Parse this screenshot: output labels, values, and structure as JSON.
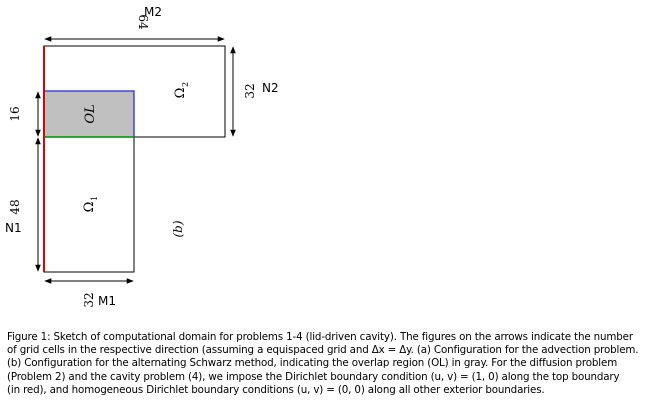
{
  "figure": {
    "dimension_labels": {
      "top_total": "64",
      "top_name": "M2",
      "right_count": "32",
      "right_name": "N2",
      "left_upper_count": "16",
      "left_lower_count": "48",
      "left_name": "N1",
      "bottom_count": "32",
      "bottom_name": "M1"
    },
    "region_labels": {
      "overlap": "OL",
      "omega2": "Ω",
      "omega2_sub": "2",
      "omega1": "Ω",
      "omega1_sub": "1",
      "panel": "(b)"
    },
    "colors": {
      "overlap_fill": "#c0c0c0",
      "top_boundary": "#e00000",
      "overlap_border": "#2020d0",
      "interface_line": "#00a000",
      "outline": "#000000"
    }
  },
  "caption": {
    "lines": [
      "Figure 1: Sketch of computational domain for problems 1-4 (lid-driven cavity). The figures on the arrows indicate the number",
      "of grid cells in the respective direction (assuming a equispaced grid and Δx = Δy. (a) Configuration for the advection problem.",
      "(b) Configuration for the alternating Schwarz method, indicating the overlap region (OL) in gray. For the diffusion problem",
      "(Problem 2) and the cavity problem (4), we impose the Dirichlet boundary condition (u, v) = (1, 0) along the top boundary",
      "(in red), and homogeneous Dirichlet boundary conditions (u, v) = (0, 0) along all other exterior boundaries."
    ]
  }
}
